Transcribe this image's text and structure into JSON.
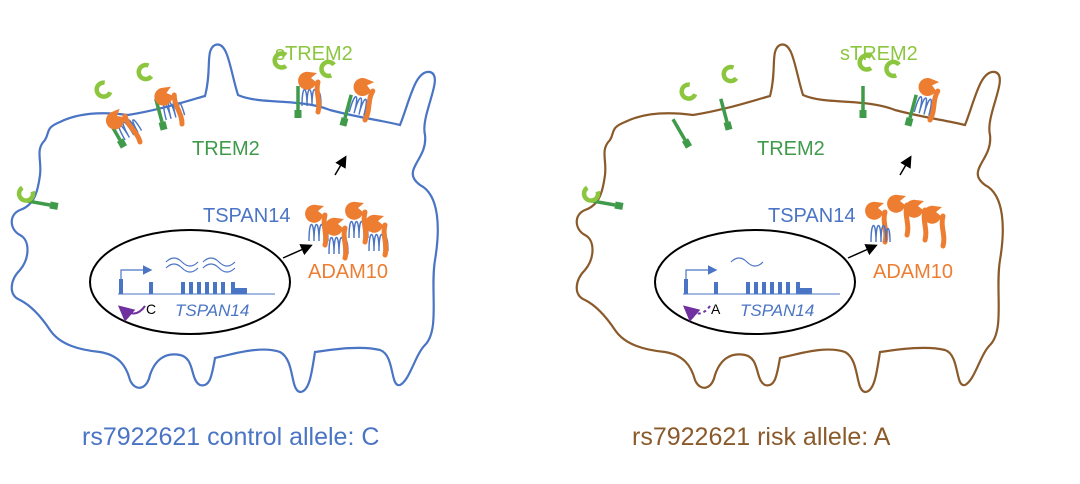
{
  "colors": {
    "control": "#4a74c4",
    "risk": "#8b5a2b",
    "trem2": "#3f9a4a",
    "strem2": "#8cc63f",
    "adam10": "#ed7d31",
    "tspan14": "#4a74c4",
    "regulation": "#7030a0"
  },
  "panels": [
    {
      "caption": "rs7922621 control allele: C",
      "strem2_label": "sTREM2",
      "trem2_label": "TREM2",
      "tspan14_label": "TSPAN14",
      "adam10_label": "ADAM10",
      "gene_label": "TSPAN14",
      "allele": "C"
    },
    {
      "caption": "rs7922621 risk allele: A",
      "strem2_label": "sTREM2",
      "trem2_label": "TREM2",
      "tspan14_label": "TSPAN14",
      "adam10_label": "ADAM10",
      "gene_label": "TSPAN14",
      "allele": "A"
    }
  ]
}
